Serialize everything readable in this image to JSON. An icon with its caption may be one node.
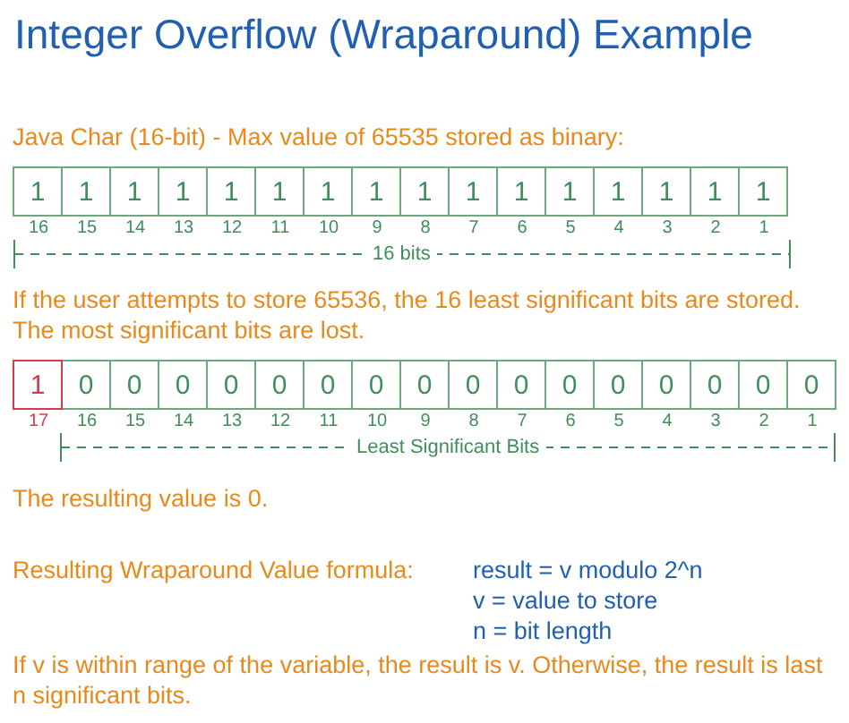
{
  "diagram": {
    "title": "Integer Overflow (Wraparound) Example",
    "nodes": [
      {
        "text": [
          "1"
        ],
        "beside": [
          "16"
        ]
      },
      {
        "text": [
          "1"
        ],
        "beside": [
          "15"
        ]
      },
      {
        "text": [
          "1"
        ],
        "beside": [
          "14"
        ]
      },
      {
        "text": [
          "1"
        ],
        "beside": [
          "13"
        ]
      },
      {
        "text": [
          "1"
        ],
        "beside": [
          "12"
        ]
      },
      {
        "text": [
          "1"
        ],
        "beside": [
          "11"
        ]
      },
      {
        "text": [
          "1"
        ],
        "beside": [
          "10"
        ]
      },
      {
        "text": [
          "1"
        ],
        "beside": [
          "9"
        ]
      },
      {
        "text": [
          "1"
        ],
        "beside": [
          "8"
        ]
      },
      {
        "text": [
          "1"
        ],
        "beside": [
          "7"
        ]
      },
      {
        "text": [
          "1"
        ],
        "beside": [
          "6"
        ]
      },
      {
        "text": [
          "1"
        ],
        "beside": [
          "5"
        ]
      },
      {
        "text": [
          "1"
        ],
        "beside": [
          "4"
        ]
      },
      {
        "text": [
          "1"
        ],
        "beside": [
          "3"
        ]
      },
      {
        "text": [
          "1"
        ],
        "beside": [
          "2"
        ]
      },
      {
        "text": [
          "1"
        ],
        "beside": [
          "1"
        ]
      },
      {
        "text": [
          "1"
        ],
        "beside": [
          "17"
        ]
      },
      {
        "text": [
          "0"
        ],
        "beside": [
          "16"
        ]
      },
      {
        "text": [
          "0"
        ],
        "beside": [
          "15"
        ]
      },
      {
        "text": [
          "0"
        ],
        "beside": [
          "14"
        ]
      },
      {
        "text": [
          "0"
        ],
        "beside": [
          "13"
        ]
      },
      {
        "text": [
          "0"
        ],
        "beside": [
          "12"
        ]
      },
      {
        "text": [
          "0"
        ],
        "beside": [
          "11"
        ]
      },
      {
        "text": [
          "0"
        ],
        "beside": [
          "10"
        ]
      },
      {
        "text": [
          "0"
        ],
        "beside": [
          "9"
        ]
      },
      {
        "text": [
          "0"
        ],
        "beside": [
          "8"
        ]
      },
      {
        "text": [
          "0"
        ],
        "beside": [
          "7"
        ]
      },
      {
        "text": [
          "0"
        ],
        "beside": [
          "6"
        ]
      },
      {
        "text": [
          "0"
        ],
        "beside": [
          "5"
        ]
      },
      {
        "text": [
          "0"
        ],
        "beside": [
          "4"
        ]
      },
      {
        "text": [
          "0"
        ],
        "beside": [
          "3"
        ]
      },
      {
        "text": [
          "0"
        ],
        "beside": [
          "2"
        ]
      },
      {
        "text": [
          "0"
        ],
        "beside": [
          "1"
        ]
      }
    ],
    "labels": [
      "Java Char (16-bit) - Max value of 65535 stored as binary:",
      "16 bits",
      "If the user attempts to store 65536, the 16 least significant bits are stored. The most significant bits are lost.",
      "Least Significant Bits",
      "The resulting value is 0.",
      "Resulting Wraparound Value formula:",
      "result = v modulo 2^n",
      "v = value to store",
      "n = bit length",
      "If v is within range of the variable, the result is v. Otherwise, the result is last n significant bits."
    ]
  }
}
